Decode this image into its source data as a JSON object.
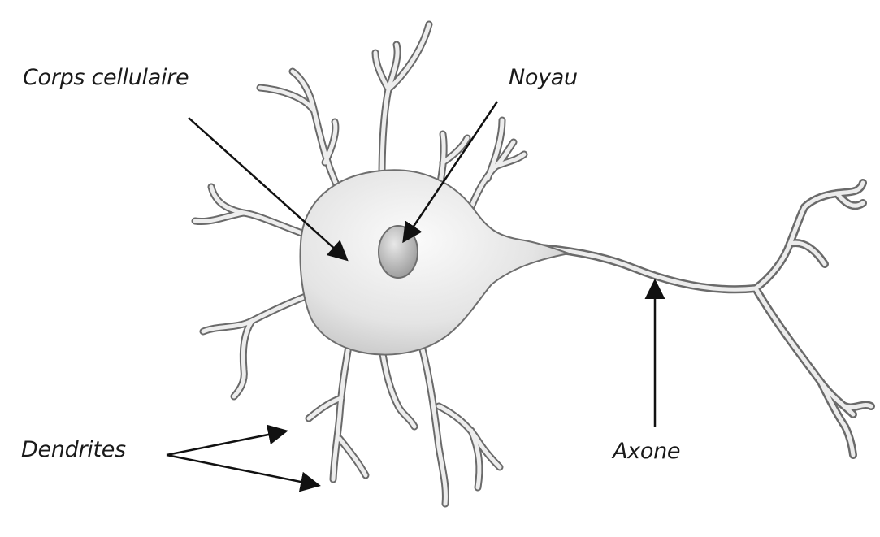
{
  "labels": {
    "cell_body": "Corps cellulaire",
    "nucleus": "Noyau",
    "dendrites": "Dendrites",
    "axon": "Axone"
  },
  "colors": {
    "membrane_fill": "#e3e3e3",
    "membrane_stroke": "#6e6e6e",
    "nucleus_fill": "#b9b9b9",
    "arrow": "#111111"
  }
}
